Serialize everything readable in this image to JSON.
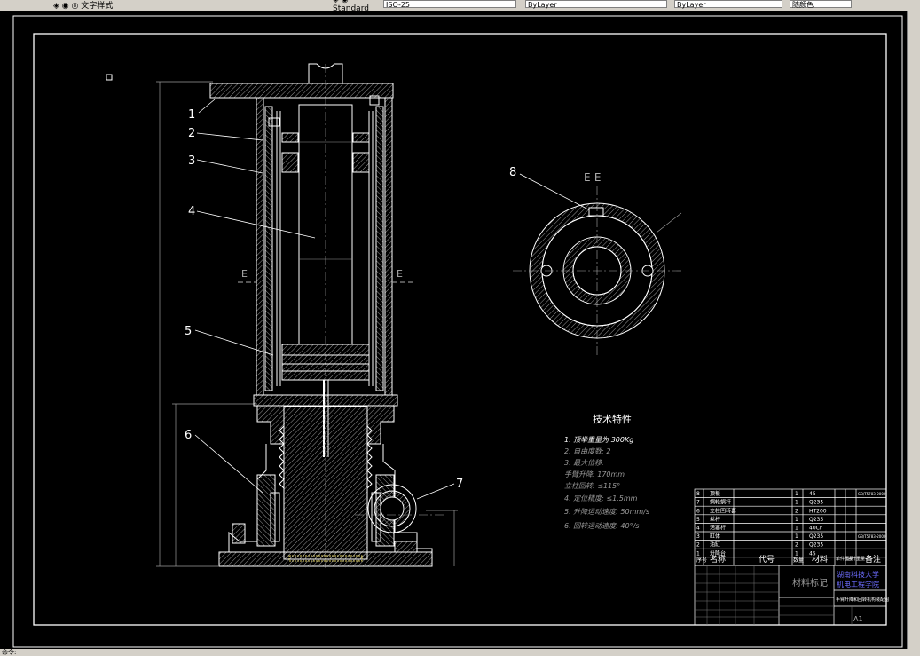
{
  "window": {
    "toolbar_items": [
      "◈ ◉ ◎ 文字样式",
      "◈ ◉ Standard",
      "ISO-25",
      "ByLayer",
      "ByLayer",
      "ByLayer",
      "随颜色"
    ],
    "status_text": "命令:"
  },
  "drawing": {
    "part_numbers": [
      "1",
      "2",
      "3",
      "4",
      "5",
      "6",
      "7",
      "8"
    ],
    "section_marks": [
      "E",
      "E"
    ],
    "section_view_label": "E-E",
    "tech_title": "技术特性",
    "tech_specs": [
      "1. 顶举重量为  300Kg",
      "2. 自由度数:  2",
      "3. 最大位移:",
      "     手臂升降: 170mm",
      "     立柱回转: ≤115°",
      "4. 定位精度: ≤1.5mm",
      "5. 升降运动速度: 50mm/s",
      "6. 回转运动速度: 40°/s"
    ],
    "bom_header": {
      "no": "序号",
      "name": "名称",
      "code": "代号",
      "qty": "数量",
      "material": "材料",
      "weight": "单件重量",
      "total": "总计重量",
      "remark": "备注"
    },
    "bom_rows": [
      {
        "no": "8",
        "name": "顶板",
        "qty": "1",
        "material": "45",
        "remark": "GB/T5783-2000"
      },
      {
        "no": "7",
        "name": "蜗轮蜗杆",
        "qty": "1",
        "material": "Q235",
        "remark": ""
      },
      {
        "no": "6",
        "name": "立柱回转套",
        "qty": "2",
        "material": "HT200",
        "remark": ""
      },
      {
        "no": "5",
        "name": "丝杆",
        "qty": "1",
        "material": "Q235",
        "remark": ""
      },
      {
        "no": "4",
        "name": "活塞杆",
        "qty": "1",
        "material": "40Cr",
        "remark": ""
      },
      {
        "no": "3",
        "name": "缸体",
        "qty": "1",
        "material": "Q235",
        "remark": "GB/T5783-2000"
      },
      {
        "no": "2",
        "name": "油缸",
        "qty": "2",
        "material": "Q235",
        "remark": ""
      },
      {
        "no": "1",
        "name": "升降台",
        "qty": "1",
        "material": "45",
        "remark": ""
      }
    ],
    "title_block": {
      "material_mark": "材料标记",
      "school": "湖南科技大学",
      "college": "机电工程学院",
      "drawing_name": "手臂升降和回转机构装配图",
      "scale": "A1"
    }
  },
  "colors": {
    "line": "#ffffff",
    "hatch": "#c8c8c8",
    "bg": "#000000",
    "dim": "#9a9a9a"
  }
}
